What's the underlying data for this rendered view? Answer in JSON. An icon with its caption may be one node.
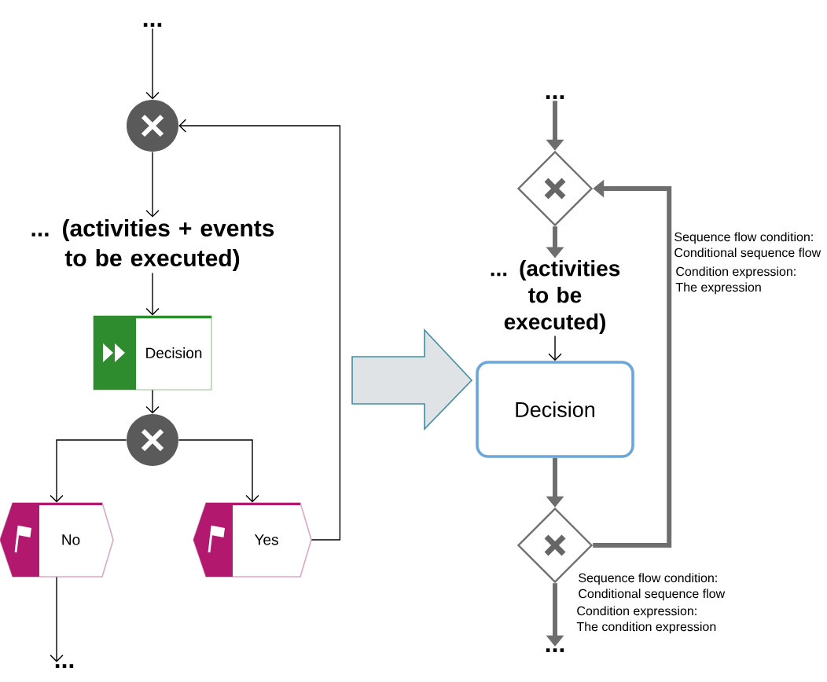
{
  "diagram": {
    "nodes": [
      {
        "text": [
          "..."
        ]
      },
      {
        "text": [],
        "shape": "circle"
      },
      {
        "text": [
          "... (activities + events to be executed)"
        ]
      },
      {
        "text": [
          "Decision"
        ]
      },
      {
        "text": [],
        "shape": "circle"
      },
      {
        "text": [
          "No"
        ]
      },
      {
        "text": [
          "Yes"
        ]
      },
      {
        "text": [
          "..."
        ]
      },
      {
        "text": [
          "..."
        ]
      },
      {
        "text": [],
        "shape": "diamond"
      },
      {
        "text": [
          "... (activities to be executed)"
        ]
      },
      {
        "text": [
          "Decision"
        ]
      },
      {
        "text": [],
        "shape": "diamond"
      },
      {
        "text": [
          "..."
        ]
      }
    ],
    "edges": [
      {
        "from": 0,
        "to": 1,
        "arrow": "to"
      },
      {
        "from": 1,
        "to": 2,
        "arrow": "to"
      },
      {
        "from": 2,
        "to": 3,
        "arrow": "to"
      },
      {
        "from": 3,
        "to": 4,
        "arrow": "to"
      },
      {
        "from": 4,
        "to": 5,
        "arrow": "to"
      },
      {
        "from": 4,
        "to": 6,
        "arrow": "to"
      },
      {
        "from": 6,
        "to": 1,
        "arrow": "to"
      },
      {
        "from": 5,
        "to": 7,
        "arrow": "to"
      },
      {
        "from": 8,
        "to": 9,
        "arrow": "to",
        "style": "thick",
        "color": "#6e6e6e"
      },
      {
        "from": 9,
        "to": 10,
        "arrow": "to",
        "style": "thick",
        "color": "#6e6e6e"
      },
      {
        "from": 10,
        "to": 11,
        "arrow": "to"
      },
      {
        "from": 11,
        "to": 12,
        "arrow": "to",
        "style": "thick",
        "color": "#6e6e6e"
      },
      {
        "from": 12,
        "to": 9,
        "arrow": "to",
        "style": "thick",
        "color": "#6e6e6e"
      },
      {
        "from": 12,
        "to": 13,
        "arrow": "to",
        "style": "thick",
        "color": "#6e6e6e"
      }
    ],
    "labels": [
      "Sequence flow condition: Conditional sequence flow",
      "Condition expression: The expression",
      "Sequence flow condition: Conditional sequence flow",
      "Condition expression: The condition expression"
    ]
  }
}
